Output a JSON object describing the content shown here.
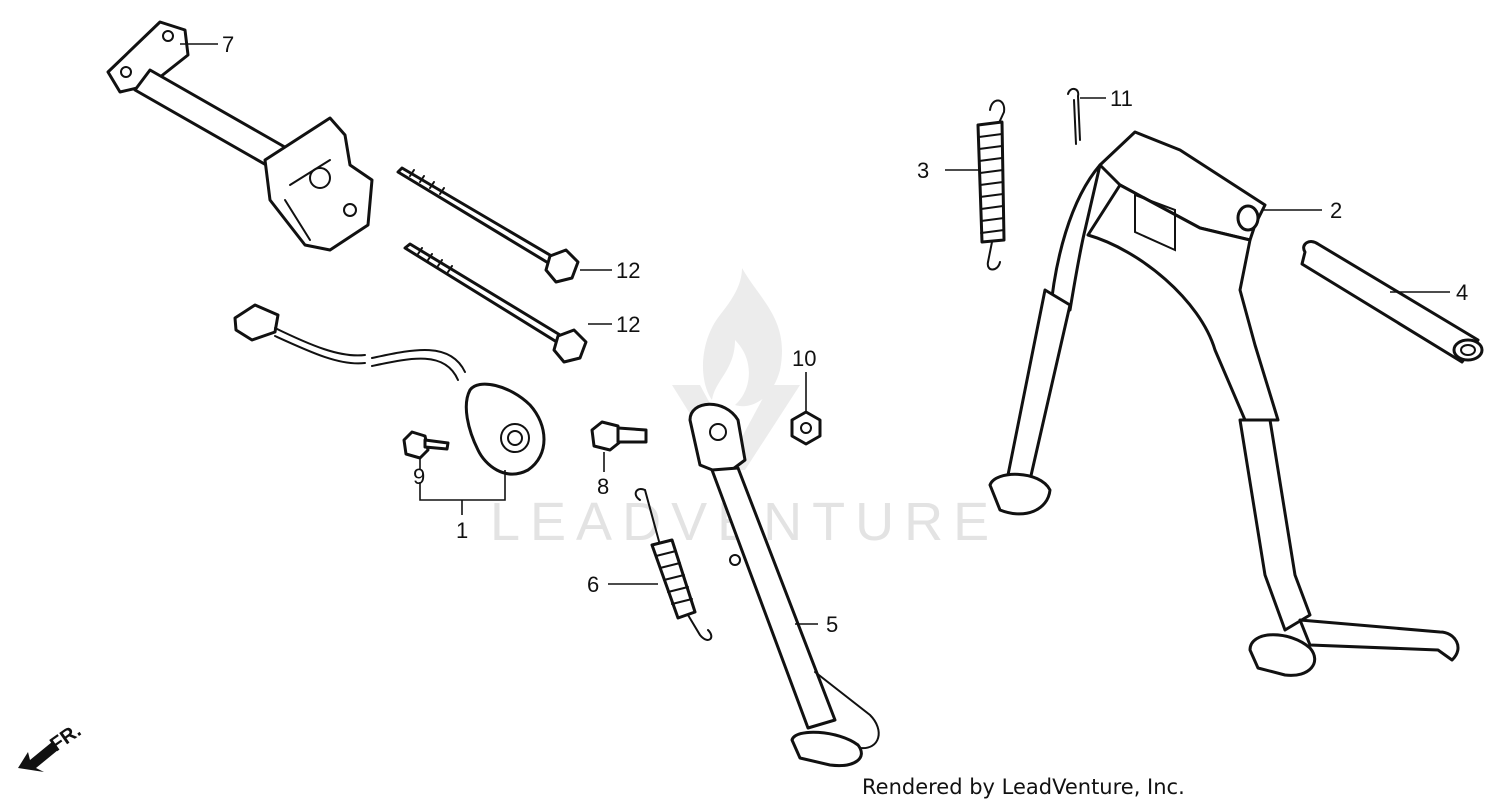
{
  "watermark": {
    "brand": "LEADVENTURE"
  },
  "credit": "Rendered by LeadVenture, Inc.",
  "direction": {
    "label": "FR.",
    "icon": "front-arrow-icon"
  },
  "callouts": {
    "c1": "1",
    "c2": "2",
    "c3": "3",
    "c4": "4",
    "c5": "5",
    "c6": "6",
    "c7": "7",
    "c8": "8",
    "c9": "9",
    "c10": "10",
    "c11": "11",
    "c12a": "12",
    "c12b": "12"
  },
  "colors": {
    "line": "#111111",
    "watermark": "#e3e3e3",
    "background": "#ffffff"
  }
}
